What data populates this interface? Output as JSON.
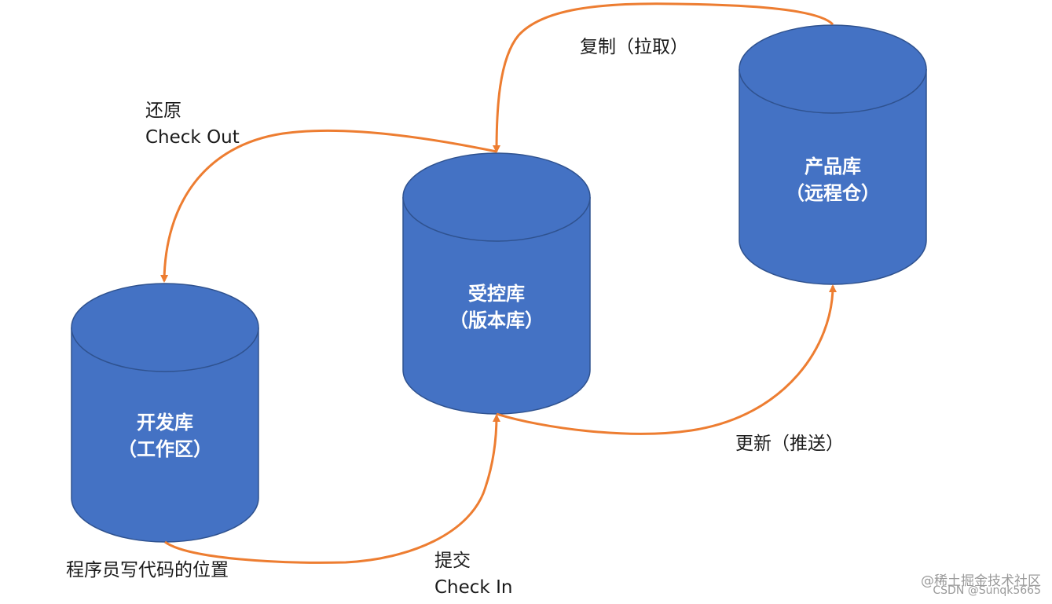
{
  "repositories": {
    "dev": {
      "title": "开发库",
      "subtitle": "（工作区）"
    },
    "controlled": {
      "title": "受控库",
      "subtitle": "（版本库）"
    },
    "product": {
      "title": "产品库",
      "subtitle": "（远程仓）"
    }
  },
  "edges": {
    "checkout": {
      "line1": "还原",
      "line2": "Check Out"
    },
    "copy": {
      "label": "复制（拉取）"
    },
    "update": {
      "label": "更新（推送）"
    },
    "checkin": {
      "line1": "提交",
      "line2": "Check In"
    }
  },
  "caption": "程序员写代码的位置",
  "watermark": {
    "line1": "@稀土掘金技术社区",
    "line2": "CSDN @Sunqk5665"
  },
  "colors": {
    "cylinder_fill": "#4472C4",
    "cylinder_stroke": "#2F528F",
    "arrow": "#ED7D31"
  }
}
